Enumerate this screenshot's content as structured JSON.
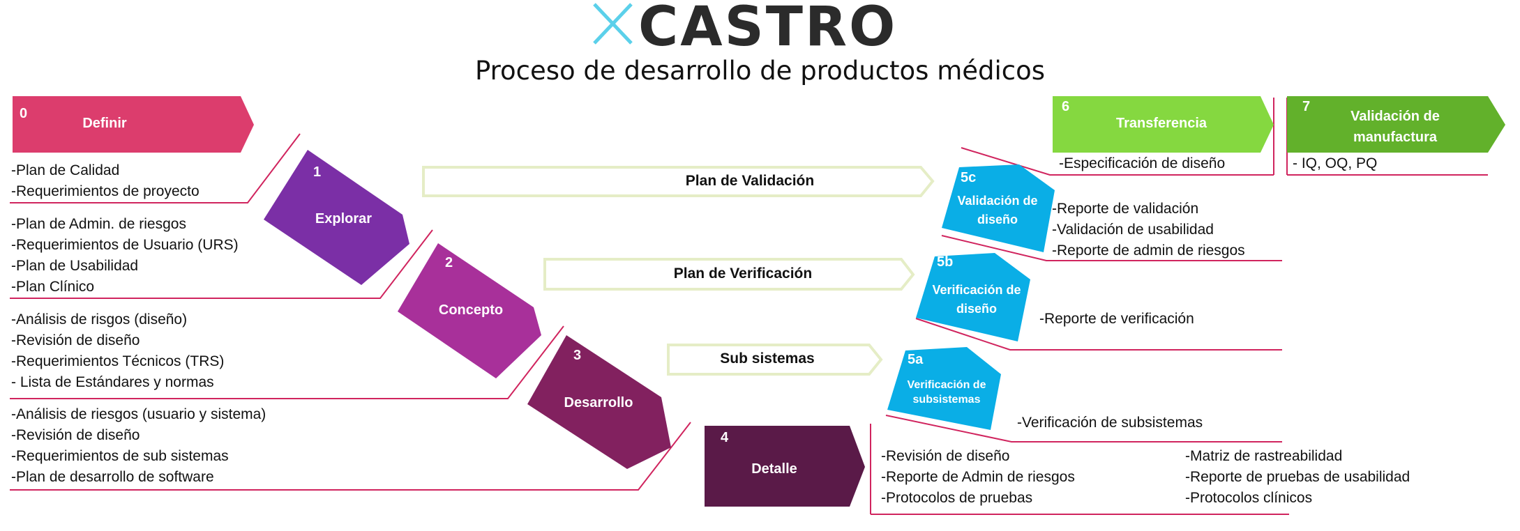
{
  "logo": {
    "text": "CASTRO",
    "colors": {
      "x": "#5bd0ea",
      "text": "#2b2b2b"
    }
  },
  "title": "Proceso de desarrollo de productos médicos",
  "phases": [
    {
      "num": "0",
      "label": "Definir",
      "color": "#dc3d6d",
      "deliverables": [
        "-Plan de Calidad",
        "-Requerimientos de proyecto"
      ]
    },
    {
      "num": "1",
      "label": "Explorar",
      "color": "#7b2fa6",
      "deliverables": [
        "-Plan de Admin. de riesgos",
        "-Requerimientos de Usuario (URS)",
        "-Plan de Usabilidad",
        "-Plan Clínico"
      ]
    },
    {
      "num": "2",
      "label": "Concepto",
      "color": "#a8309a",
      "deliverables": [
        "-Análisis de risgos (diseño)",
        "-Revisión de diseño",
        "-Requerimientos Técnicos (TRS)",
        "- Lista de Estándares y normas"
      ]
    },
    {
      "num": "3",
      "label": "Desarrollo",
      "color": "#82215f",
      "deliverables": [
        "-Análisis de riesgos (usuario y sistema)",
        "-Revisión de diseño",
        "-Requerimientos de sub sistemas",
        "-Plan de desarrollo de software"
      ]
    },
    {
      "num": "4",
      "label": "Detalle",
      "color": "#5a1a48",
      "deliverables_left": [
        "-Revisión de diseño",
        "-Reporte de Admin de riesgos",
        "-Protocolos de pruebas"
      ],
      "deliverables_right": [
        "-Matriz de rastreabilidad",
        "-Reporte de pruebas de usabilidad",
        "-Protocolos clínicos"
      ]
    },
    {
      "num": "5a",
      "label": "Verificación de subsistemas",
      "color": "#0aaee6",
      "deliverables": [
        "-Verificación de subsistemas"
      ]
    },
    {
      "num": "5b",
      "label": "Verificación de diseño",
      "color": "#0aaee6",
      "deliverables": [
        "-Reporte de verificación"
      ]
    },
    {
      "num": "5c",
      "label": "Validación de diseño",
      "color": "#0aaee6",
      "deliverables": [
        "-Reporte de validación",
        "-Validación de usabilidad",
        "-Reporte de admin de riesgos"
      ]
    },
    {
      "num": "6",
      "label": "Transferencia",
      "color": "#85d840",
      "deliverables": [
        "-Especificación de diseño"
      ]
    },
    {
      "num": "7",
      "label": "Validación de manufactura",
      "color": "#62b12b",
      "deliverables": [
        "- IQ, OQ, PQ"
      ]
    }
  ],
  "plans": [
    {
      "label": "Plan de Validación"
    },
    {
      "label": "Plan de Verificación"
    },
    {
      "label": "Sub sistemas"
    }
  ],
  "line_color": "#d0245e",
  "plan_arrow_border": "#e5edc6"
}
